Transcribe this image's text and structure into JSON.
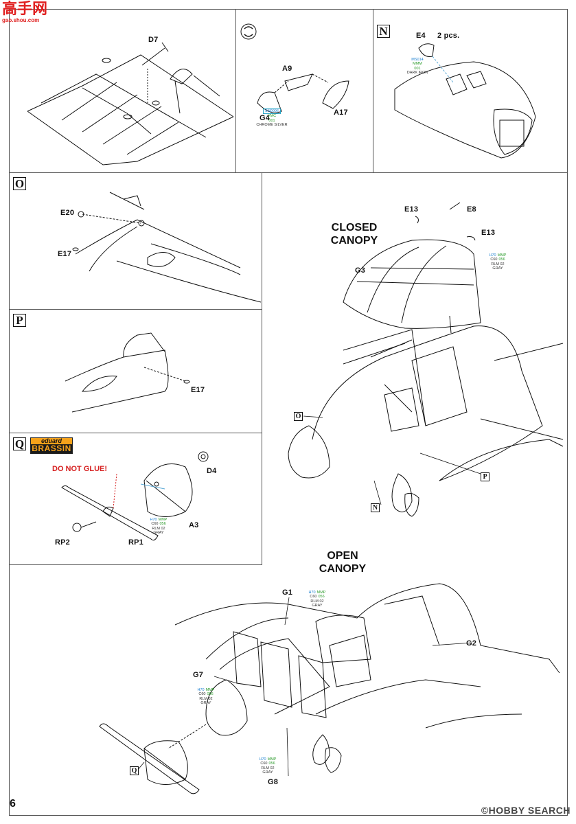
{
  "watermark": {
    "logo_text": "高手网",
    "url": "gao.shou.com"
  },
  "page_number": "6",
  "credit": "©HOBBY SEARCH",
  "steps": {
    "s1": {
      "parts": [
        "D7"
      ]
    },
    "s2": {
      "parts": [
        "A9",
        "G4",
        "A17"
      ],
      "paint": {
        "code": "SN0006",
        "brand": "VMC",
        "num": "001",
        "name": "CHROME SILVER"
      }
    },
    "sN": {
      "letter": "N",
      "parts": [
        "E4"
      ],
      "qty": "2 pcs.",
      "paint": {
        "code": "MS014",
        "brand": "MMM",
        "num": "001",
        "name": "DARK IRON"
      }
    },
    "sO": {
      "letter": "O",
      "parts": [
        "E20",
        "E17"
      ]
    },
    "sP": {
      "letter": "P",
      "parts": [
        "E17"
      ]
    },
    "sQ": {
      "letter": "Q",
      "brand_top": "eduard",
      "brand_bottom": "BRASSIN",
      "warning": "DO NOT GLUE!",
      "parts": [
        "D4",
        "A3",
        "RP2",
        "RP1"
      ],
      "paint": {
        "h": "H70",
        "mmp": "MMP",
        "c": "C60",
        "num": "056",
        "rlm": "RLM 02",
        "name": "GRAY"
      }
    },
    "closed": {
      "title_line1": "CLOSED",
      "title_line2": "CANOPY",
      "parts": [
        "E13",
        "E8",
        "E13",
        "G3"
      ],
      "refs": [
        "O",
        "N",
        "P"
      ],
      "paint": {
        "h": "H70",
        "mmp": "MMP",
        "c": "C60",
        "num": "056",
        "rlm": "RLM 02",
        "name": "GRAY"
      }
    },
    "open": {
      "title_line1": "OPEN",
      "title_line2": "CANOPY",
      "parts": [
        "G1",
        "G2",
        "G7",
        "G8"
      ],
      "refs": [
        "Q"
      ],
      "paint": {
        "h": "H70",
        "mmp": "MMP",
        "c": "C60",
        "num": "056",
        "rlm": "RLM 02",
        "name": "GRAY"
      }
    }
  }
}
